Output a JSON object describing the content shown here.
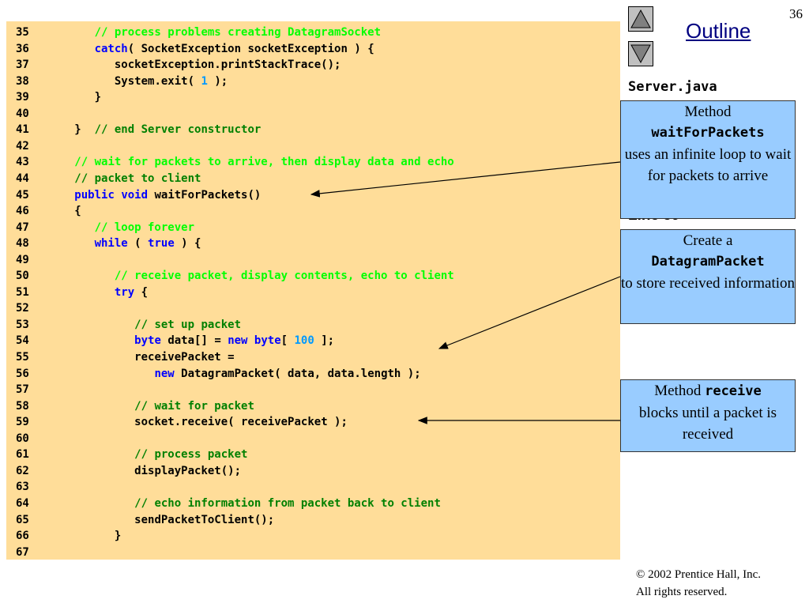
{
  "slide": {
    "page_number": "36",
    "outline_label": "Outline",
    "file_name": "Server.java",
    "line_ref": "Line 59",
    "copyright_symbol": "©",
    "copyright_line1": " 2002 Prentice Hall, Inc.",
    "copyright_line2": "All rights reserved.",
    "nav_up_icon": "triangle-up-icon",
    "nav_down_icon": "triangle-down-icon"
  },
  "colors": {
    "code_background": "#ffdd99",
    "keyword": "#0000ff",
    "comment_light": "#00ff00",
    "comment_dark": "#008000",
    "number": "#0099ff",
    "callout_background": "#99ccff"
  },
  "code_lines": [
    {
      "num": "35",
      "code": "      // process problems creating DatagramSocket"
    },
    {
      "num": "36",
      "code": "      catch( SocketException socketException ) {"
    },
    {
      "num": "37",
      "code": "         socketException.printStackTrace();"
    },
    {
      "num": "38",
      "code": "         System.exit( 1 );"
    },
    {
      "num": "39",
      "code": "      }"
    },
    {
      "num": "40",
      "code": ""
    },
    {
      "num": "41",
      "code": "   }  // end Server constructor"
    },
    {
      "num": "42",
      "code": ""
    },
    {
      "num": "43",
      "code": "   // wait for packets to arrive, then display data and echo"
    },
    {
      "num": "44",
      "code": "   // packet to client"
    },
    {
      "num": "45",
      "code": "   public void waitForPackets()"
    },
    {
      "num": "46",
      "code": "   {"
    },
    {
      "num": "47",
      "code": "      // loop forever"
    },
    {
      "num": "48",
      "code": "      while ( true ) {"
    },
    {
      "num": "49",
      "code": ""
    },
    {
      "num": "50",
      "code": "         // receive packet, display contents, echo to client"
    },
    {
      "num": "51",
      "code": "         try {"
    },
    {
      "num": "52",
      "code": ""
    },
    {
      "num": "53",
      "code": "            // set up packet"
    },
    {
      "num": "54",
      "code": "            byte data[] = new byte[ 100 ];"
    },
    {
      "num": "55",
      "code": "            receivePacket ="
    },
    {
      "num": "56",
      "code": "               new DatagramPacket( data, data.length );"
    },
    {
      "num": "57",
      "code": ""
    },
    {
      "num": "58",
      "code": "            // wait for packet"
    },
    {
      "num": "59",
      "code": "            socket.receive( receivePacket );"
    },
    {
      "num": "60",
      "code": ""
    },
    {
      "num": "61",
      "code": "            // process packet"
    },
    {
      "num": "62",
      "code": "            displayPacket();"
    },
    {
      "num": "63",
      "code": ""
    },
    {
      "num": "64",
      "code": "            // echo information from packet back to client"
    },
    {
      "num": "65",
      "code": "            sendPacketToClient();"
    },
    {
      "num": "66",
      "code": "         }"
    },
    {
      "num": "67",
      "code": ""
    }
  ],
  "callouts": [
    {
      "before": "Method",
      "mono": "waitForPackets",
      "after": "uses an infinite loop to wait for packets to arrive"
    },
    {
      "before": "Create a",
      "mono": "DatagramPacket",
      "after": "to store received information"
    },
    {
      "before": "Method",
      "mono": "receive",
      "after": "blocks until a packet is received"
    }
  ]
}
